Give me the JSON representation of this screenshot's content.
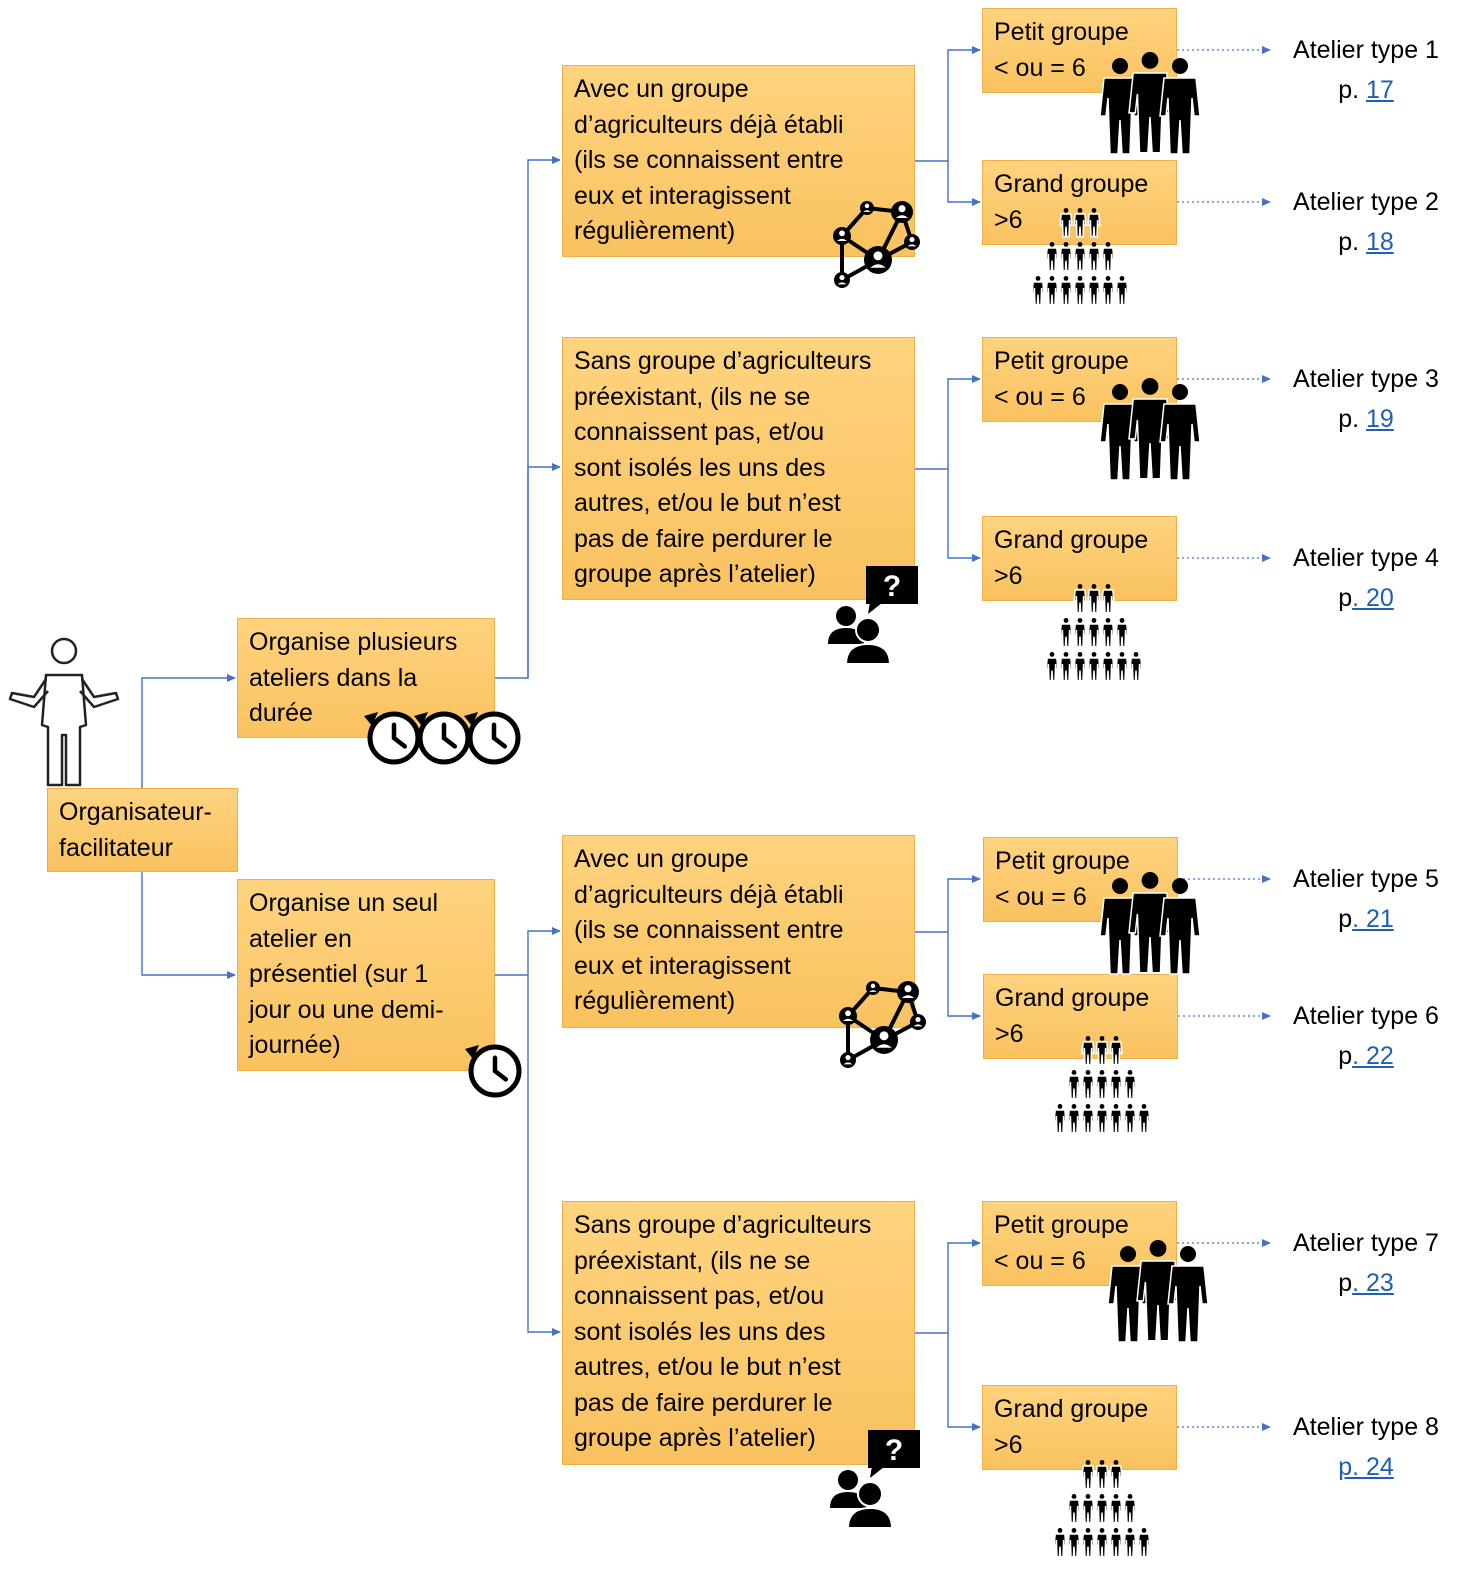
{
  "root": {
    "label": [
      "Organisateur-",
      "facilitateur"
    ]
  },
  "branches": [
    {
      "label": [
        "Organise plusieurs",
        "ateliers dans la",
        "durée"
      ],
      "groups": [
        {
          "label": [
            "Avec un groupe",
            "d’agriculteurs déjà établi",
            "(ils se connaissent entre",
            "eux et interagissent",
            "régulièrement)"
          ],
          "sizes": [
            {
              "label": [
                "Petit groupe",
                "< ou = 6"
              ],
              "outcome": "Atelier type 1",
              "page_prefix": "p. ",
              "page": "17"
            },
            {
              "label": [
                "Grand groupe",
                ">6"
              ],
              "outcome": "Atelier type 2",
              "page_prefix": "p. ",
              "page": "18"
            }
          ]
        },
        {
          "label": [
            "Sans groupe d’agriculteurs",
            "préexistant, (ils ne se",
            "connaissent pas, et/ou",
            "sont isolés les uns des",
            "autres, et/ou le but n’est",
            "pas de faire perdurer le",
            "groupe après l’atelier)"
          ],
          "sizes": [
            {
              "label": [
                "Petit groupe",
                "< ou = 6"
              ],
              "outcome": "Atelier type 3",
              "page_prefix": "p. ",
              "page": "19"
            },
            {
              "label": [
                "Grand groupe",
                ">6"
              ],
              "outcome": "Atelier type 4",
              "page_prefix": "p",
              "page": ". 20"
            }
          ]
        }
      ]
    },
    {
      "label": [
        "Organise un seul",
        "atelier en",
        "présentiel (sur 1",
        "jour ou une demi-",
        "journée)"
      ],
      "groups": [
        {
          "label": [
            "Avec un groupe",
            "d’agriculteurs déjà établi",
            "(ils se connaissent entre",
            "eux et interagissent",
            "régulièrement)"
          ],
          "sizes": [
            {
              "label": [
                "Petit groupe",
                "< ou = 6"
              ],
              "outcome": "Atelier type 5",
              "page_prefix": "p",
              "page": ". 21"
            },
            {
              "label": [
                "Grand groupe",
                ">6"
              ],
              "outcome": "Atelier type 6",
              "page_prefix": "p",
              "page": ". 22"
            }
          ]
        },
        {
          "label": [
            "Sans groupe d’agriculteurs",
            "préexistant, (ils ne se",
            "connaissent pas, et/ou",
            "sont isolés les uns des",
            "autres, et/ou le but n’est",
            "pas de faire perdurer le",
            "groupe après l’atelier)"
          ],
          "sizes": [
            {
              "label": [
                "Petit groupe",
                "< ou = 6"
              ],
              "outcome": "Atelier type 7",
              "page_prefix": "p",
              "page": ". 23"
            },
            {
              "label": [
                "Grand groupe",
                ">6"
              ],
              "outcome": "Atelier type 8",
              "page_prefix": "",
              "page": "p. 24"
            }
          ]
        }
      ]
    }
  ],
  "colors": {
    "box_fill": "#f9c260",
    "box_border": "#f0b048",
    "connector": "#4472c4",
    "link": "#1f5fb4"
  },
  "icons": [
    "person-shrug-icon",
    "clock-history-icon",
    "network-people-icon",
    "people-question-icon",
    "three-people-icon",
    "crowd-icon"
  ]
}
